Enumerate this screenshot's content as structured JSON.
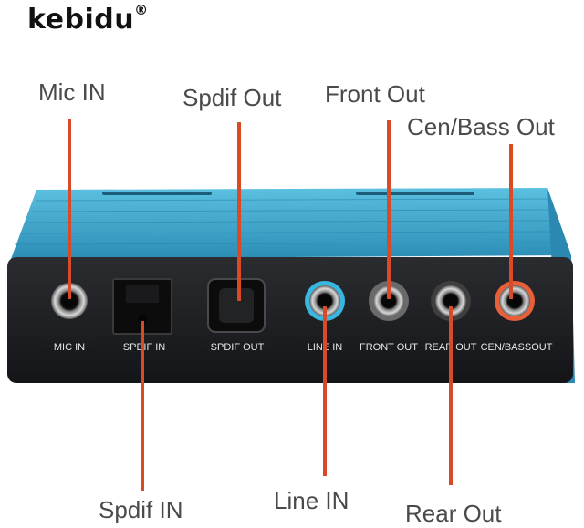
{
  "brand": {
    "name": "kebidu",
    "mark": "®"
  },
  "callouts": {
    "mic_in": "Mic IN",
    "spdif_out": "Spdif Out",
    "front_out": "Front Out",
    "cen_bass_out": "Cen/Bass Out",
    "spdif_in": "Spdif IN",
    "line_in": "Line IN",
    "rear_out": "Rear Out"
  },
  "panel_labels": {
    "mic_in": "MIC IN",
    "spdif_in": "SPDIF IN",
    "spdif_out": "SPDIF OUT",
    "line_in": "LINE IN",
    "front_out": "FRONT OUT",
    "rear_out": "REAR OUT",
    "cen_bassout": "CEN/BASSOUT"
  },
  "colors": {
    "casing": "#3aa6cc",
    "panel": "#1e1f22",
    "callout_line": "#d84a28",
    "line_in_ring": "#38b8e0",
    "cen_bass_ring": "#e8603a"
  }
}
